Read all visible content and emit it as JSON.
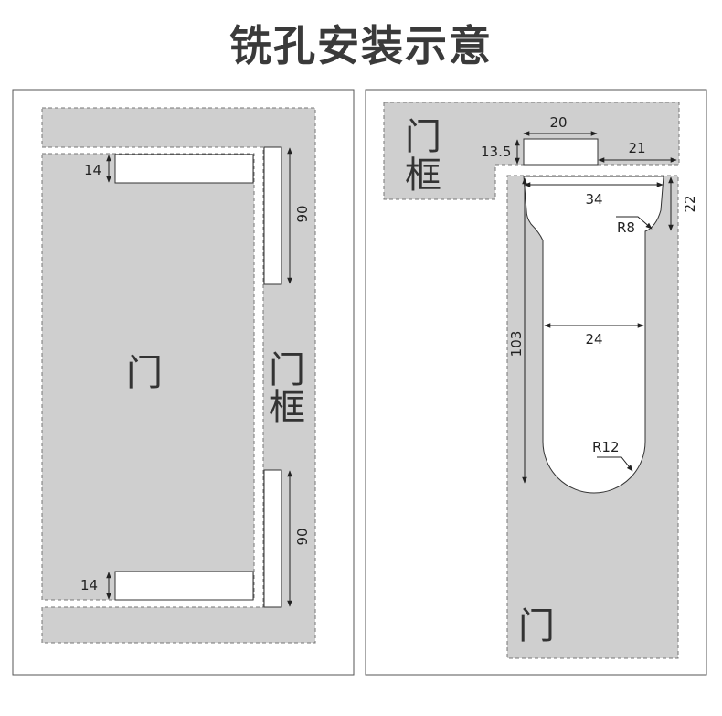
{
  "title": "铣孔安装示意",
  "left": {
    "door": "门",
    "frame_char1": "门",
    "frame_char2": "框",
    "dim_top_14": "14",
    "dim_bottom_14": "14",
    "dim_top_90": "90",
    "dim_bottom_90": "90"
  },
  "right": {
    "frame_char1": "门",
    "frame_char2": "框",
    "door": "门",
    "dim_20": "20",
    "dim_13_5": "13.5",
    "dim_21": "21",
    "dim_34": "34",
    "dim_22": "22",
    "dim_r8": "R8",
    "dim_24": "24",
    "dim_103": "103",
    "dim_r12": "R12"
  }
}
